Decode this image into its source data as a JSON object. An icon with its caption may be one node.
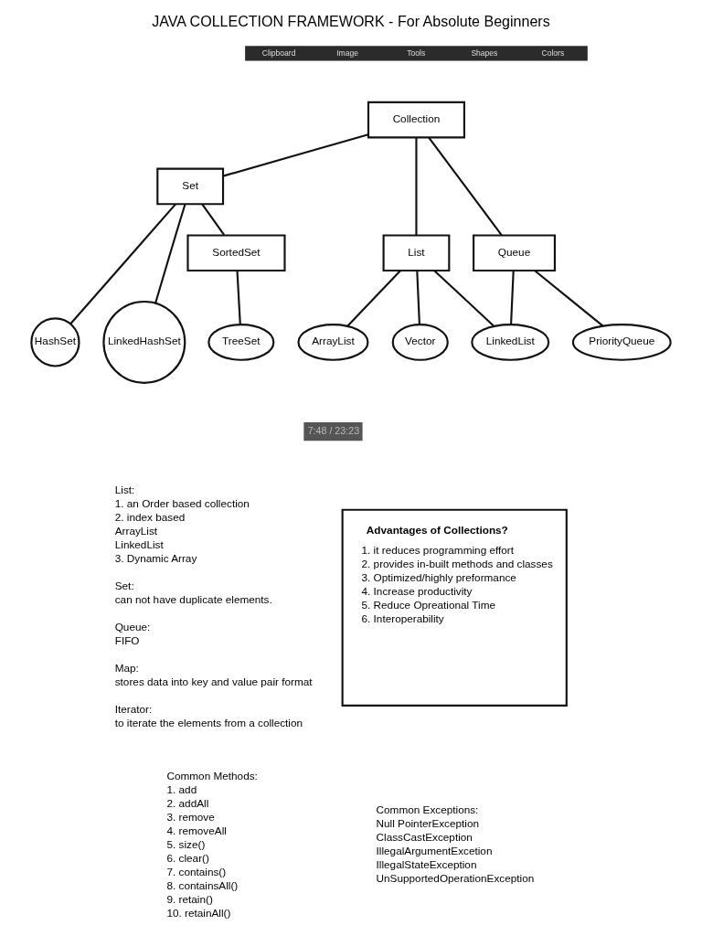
{
  "diagram": {
    "title": "JAVA COLLECTION FRAMEWORK - For Absolute Beginners",
    "nodes": [
      {
        "text": [
          "Collection"
        ]
      },
      {
        "text": [
          "Set"
        ]
      },
      {
        "text": [
          "List"
        ]
      },
      {
        "text": [
          "Queue"
        ]
      },
      {
        "text": [
          "SortedSet"
        ]
      },
      {
        "text": [
          "HashSet"
        ]
      },
      {
        "text": [
          "LinkedHashSet"
        ]
      },
      {
        "text": [
          "TreeSet"
        ]
      },
      {
        "text": [
          "ArrayList"
        ]
      },
      {
        "text": [
          "Vector"
        ]
      },
      {
        "text": [
          "LinkedList"
        ]
      },
      {
        "text": [
          "PriorityQueue"
        ]
      },
      {
        "text": [
          "Advantages of Collections?",
          "1. it reduces programming effort",
          "2. provides in-built methods and classes",
          "3. Optimized/highly preformance",
          "4. Increase productivity",
          "5. Reduce Opreational Time",
          "6. Interoperability"
        ]
      }
    ],
    "edges": [
      {
        "from": 0,
        "to": 1,
        "arrow": "none"
      },
      {
        "from": 0,
        "to": 2,
        "arrow": "none"
      },
      {
        "from": 0,
        "to": 3,
        "arrow": "none"
      },
      {
        "from": 1,
        "to": 5,
        "arrow": "none"
      },
      {
        "from": 1,
        "to": 6,
        "arrow": "none"
      },
      {
        "from": 1,
        "to": 4,
        "arrow": "none"
      },
      {
        "from": 4,
        "to": 7,
        "arrow": "none"
      },
      {
        "from": 2,
        "to": 8,
        "arrow": "none"
      },
      {
        "from": 2,
        "to": 9,
        "arrow": "none"
      },
      {
        "from": 2,
        "to": 10,
        "arrow": "none"
      },
      {
        "from": 3,
        "to": 10,
        "arrow": "none"
      },
      {
        "from": 3,
        "to": 11,
        "arrow": "none"
      }
    ],
    "labels": [
      "Clipboard",
      "Image",
      "Tools",
      "Shapes",
      "Colors",
      "7:48 / 23:23",
      "List:",
      "1. an Order based collection",
      "2. index based",
      "ArrayList",
      "LinkedList",
      "3. Dynamic Array",
      "Set:",
      "can not have duplicate elements.",
      "Queue:",
      "FIFO",
      "Map:",
      "stores data into key and value pair format",
      "Iterator:",
      "to iterate the elements from a collection",
      "Common Methods:",
      "1. add",
      "2. addAll",
      "3. remove",
      "4. removeAll",
      "5. size()",
      "6. clear()",
      "7. contains()",
      "8. containsAll()",
      "9. retain()",
      "10. retainAll()",
      "Common Exceptions:",
      "Null PointerException",
      "ClassCastException",
      "IllegalArgumentExcetion",
      "IllegalStateException",
      "UnSupportedOperationException"
    ]
  }
}
